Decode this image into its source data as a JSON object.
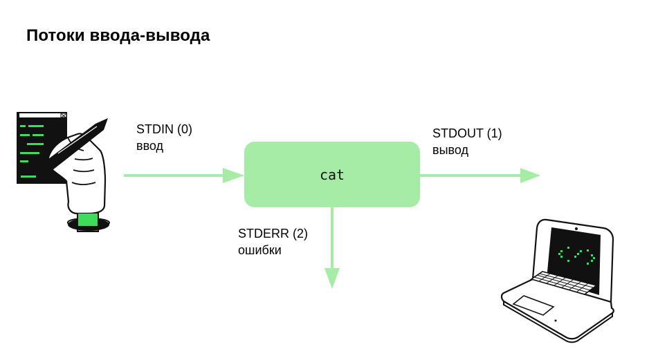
{
  "title": "Потоки ввода-вывода",
  "process": {
    "label": "cat"
  },
  "streams": {
    "stdin": {
      "name": "STDIN (0)",
      "desc": "ввод"
    },
    "stdout": {
      "name": "STDOUT (1)",
      "desc": "вывод"
    },
    "stderr": {
      "name": "STDERR (2)",
      "desc": "ошибки"
    }
  },
  "colors": {
    "accent": "#a6eba6",
    "bright_green": "#3ddc5a",
    "ink": "#111111"
  },
  "icons": [
    "hand-writing-terminal-icon",
    "laptop-terminal-icon"
  ]
}
